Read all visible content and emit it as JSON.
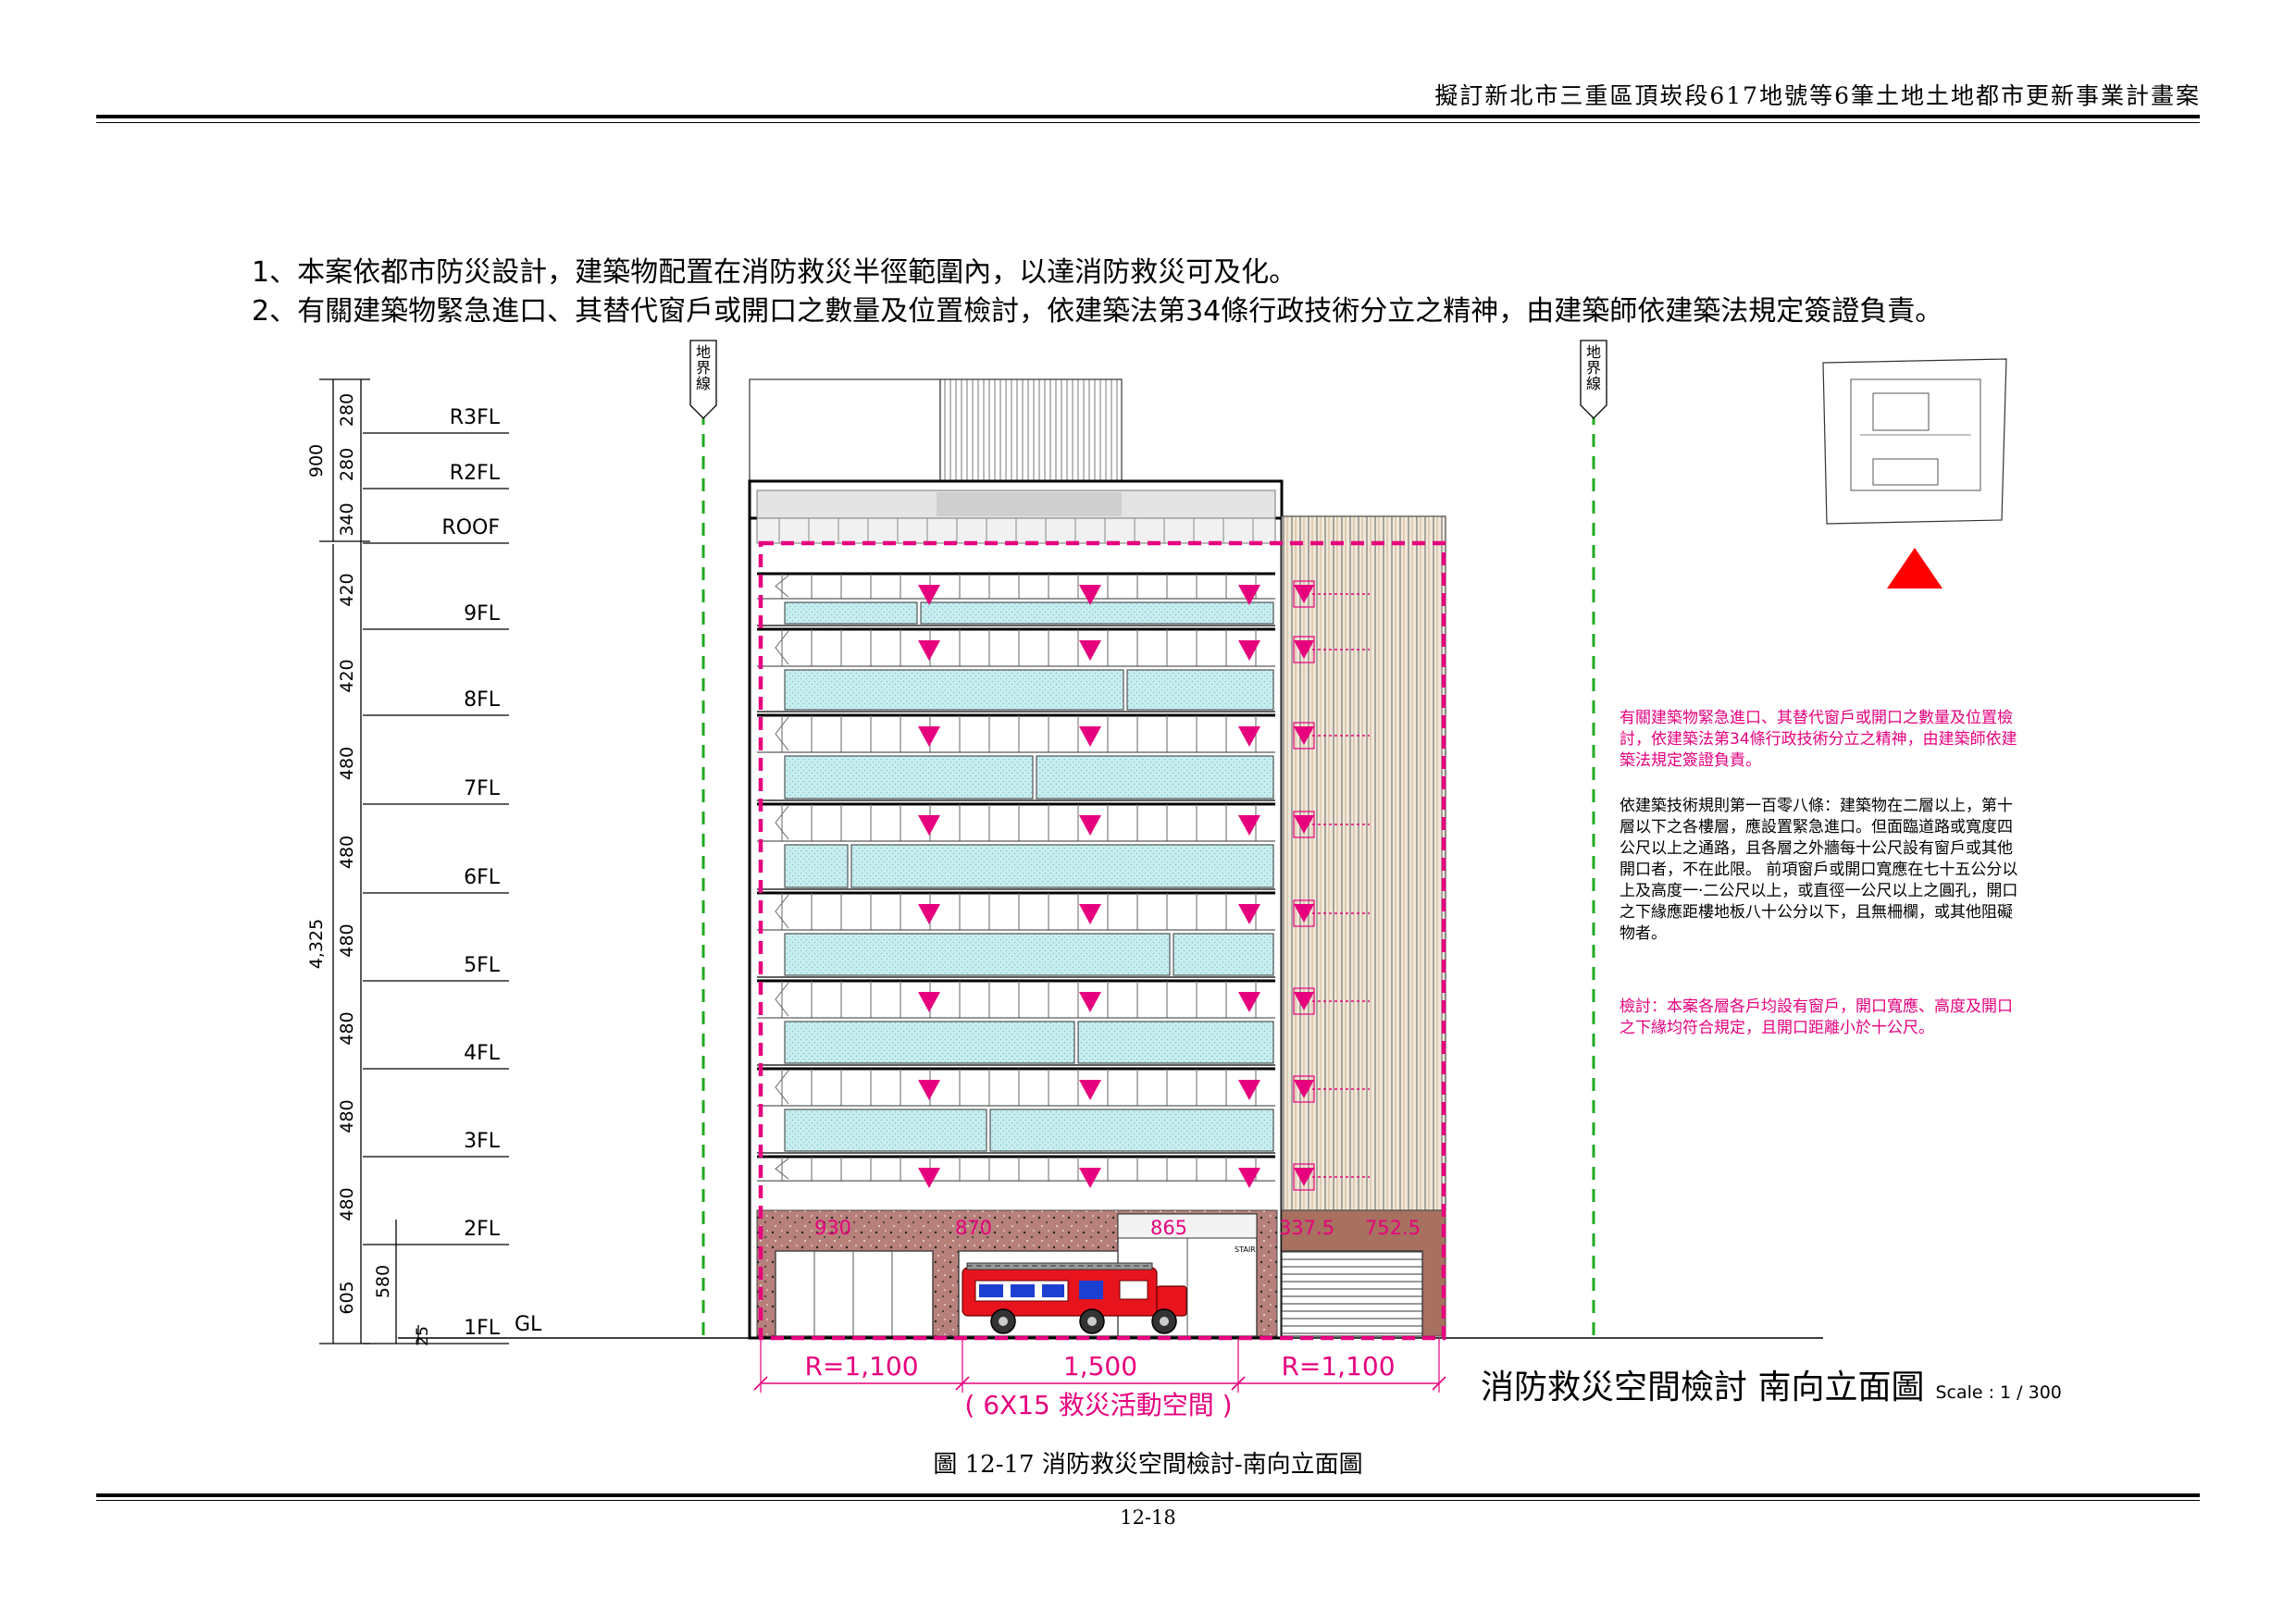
{
  "header": {
    "title": "擬訂新北市三重區頂崁段617地號等6筆土地土地都市更新事業計畫案"
  },
  "notes": [
    "1、本案依都市防災設計，建築物配置在消防救災半徑範圍內，以達消防救災可及化。",
    "2、有關建築物緊急進口、其替代窗戶或開口之數量及位置檢討，依建築法第34條行政技術分立之精神，由建築師依建築法規定簽證負責。"
  ],
  "boundary_label": "地界線",
  "floors": [
    {
      "label": "R3FL",
      "height": "280"
    },
    {
      "label": "R2FL",
      "height": "280"
    },
    {
      "label": "ROOF",
      "height": "340"
    },
    {
      "label": "9FL",
      "height": "420"
    },
    {
      "label": "8FL",
      "height": "420"
    },
    {
      "label": "7FL",
      "height": "480"
    },
    {
      "label": "6FL",
      "height": "480"
    },
    {
      "label": "5FL",
      "height": "480"
    },
    {
      "label": "4FL",
      "height": "480"
    },
    {
      "label": "3FL",
      "height": "480"
    },
    {
      "label": "2FL",
      "height": "480"
    },
    {
      "label": "1FL",
      "height": "605"
    }
  ],
  "dims": {
    "roof_total": "900",
    "total": "4,325",
    "first_floor_inner": "580",
    "ground_offset": "25",
    "ground_label": "GL"
  },
  "ground_opening_dims": [
    "930",
    "870",
    "865",
    "337.5",
    "752.5"
  ],
  "stair_label": "STAIR",
  "radius_dims": {
    "left": "R=1,100",
    "center": "1,500",
    "right": "R=1,100"
  },
  "rescue_space": "( 6X15 救災活動空間 )",
  "side_notes": {
    "p1": "有關建築物緊急進口、其替代窗戶或開口之數量及位置檢討，依建築法第34條行政技術分立之精神，由建築師依建築法規定簽證負責。",
    "p2": "依建築技術規則第一百零八條：建築物在二層以上，第十層以下之各樓層，應設置緊急進口。但面臨道路或寬度四公尺以上之通路，且各層之外牆每十公尺設有窗戶或其他開口者，不在此限。 前項窗戶或開口寬應在七十五公分以上及高度一·二公尺以上，或直徑一公尺以上之圓孔，開口之下緣應距樓地板八十公分以下，且無柵欄，或其他阻礙物者。",
    "p3": "檢討：本案各層各戶均設有窗戶，開口寬應、高度及開口之下緣均符合規定，且開口距離小於十公尺。"
  },
  "elevation_title": "消防救災空間檢討 南向立面圖",
  "scale_label": "Scale : 1 / 300",
  "caption": "圖 12-17 消防救災空間檢討-南向立面圖",
  "page_number": "12-18",
  "colors": {
    "magenta": "#e6007e",
    "boundary_green": "#1faa1f",
    "glass": "#c9eef0",
    "granite": "#b7807a",
    "north_arrow": "#ff0000"
  }
}
